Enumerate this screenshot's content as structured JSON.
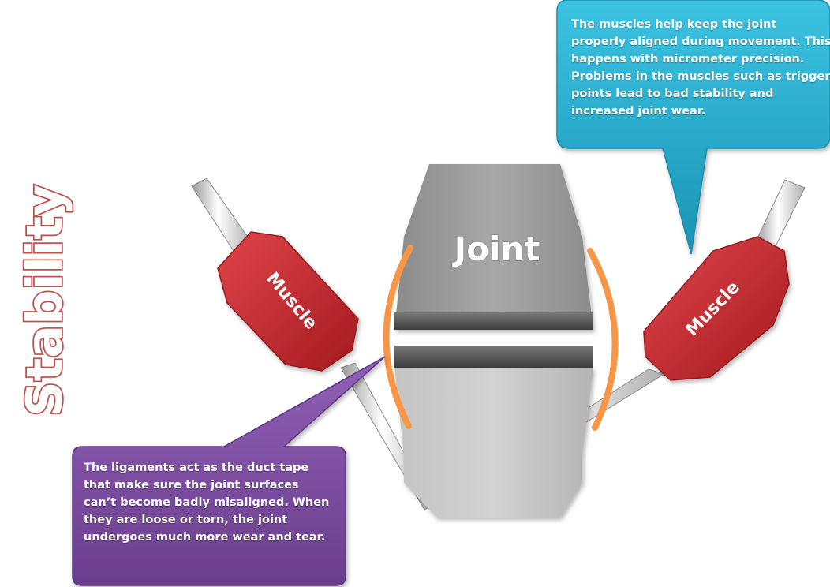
{
  "title": "Stability",
  "joint_label": "Joint",
  "muscle_left_label": "Muscle",
  "muscle_right_label": "Muscle",
  "muscle_note": "The muscles help keep the joint properly aligned during movement. This happens with micrometer precision.  Problems in the muscles such as trigger points lead to bad stability and increased joint wear.",
  "ligament_note": "The ligaments act as the duct tape that make sure the joint surfaces can’t become badly misaligned. When they are loose or torn, the joint undergoes much more wear and tear.",
  "colors": {
    "title": "#c0504d",
    "muscle": "#c0282a",
    "joint": "#9c9c9c",
    "ligament": "#f79646",
    "muscle_callout": "#27a7c7",
    "ligament_callout": "#7a4b9c"
  }
}
